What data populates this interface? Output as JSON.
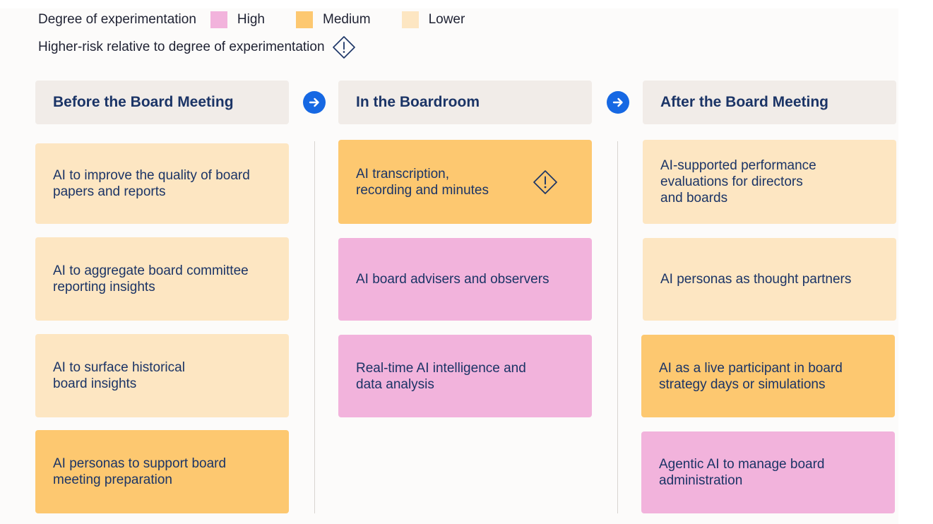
{
  "legend": {
    "title": "Degree of experimentation",
    "levels": [
      {
        "label": "High",
        "color": "#f2b3dc"
      },
      {
        "label": "Medium",
        "color": "#fdc870"
      },
      {
        "label": "Lower",
        "color": "#fde6c2"
      }
    ],
    "risk_note": "Higher-risk relative to degree of experimentation",
    "risk_icon": "warning-diamond-icon"
  },
  "columns": [
    {
      "title": "Before the Board Meeting",
      "cards": [
        {
          "text": "AI to improve the quality of board\npapers and reports",
          "level": "lower",
          "risk": false
        },
        {
          "text": "AI to aggregate board committee\nreporting insights",
          "level": "lower",
          "risk": false
        },
        {
          "text": "AI to surface historical\nboard insights",
          "level": "lower",
          "risk": false
        },
        {
          "text": "AI personas to support board\nmeeting preparation",
          "level": "medium",
          "risk": false
        }
      ]
    },
    {
      "title": "In the Boardroom",
      "cards": [
        {
          "text": "AI transcription,\nrecording and minutes",
          "level": "medium",
          "risk": true
        },
        {
          "text": "AI board advisers and observers",
          "level": "high",
          "risk": false
        },
        {
          "text": "Real-time AI intelligence and\ndata analysis",
          "level": "high",
          "risk": false
        }
      ]
    },
    {
      "title": "After the Board Meeting",
      "cards": [
        {
          "text": "AI-supported performance\nevaluations for directors\nand boards",
          "level": "lower",
          "risk": false
        },
        {
          "text": "AI personas as thought partners",
          "level": "lower",
          "risk": false
        },
        {
          "text": "AI as a live participant in board\nstrategy days or simulations",
          "level": "medium",
          "risk": false
        },
        {
          "text": "Agentic AI to manage board\nadministration",
          "level": "high",
          "risk": false
        }
      ]
    }
  ],
  "flow_icon": "arrow-right-icon"
}
